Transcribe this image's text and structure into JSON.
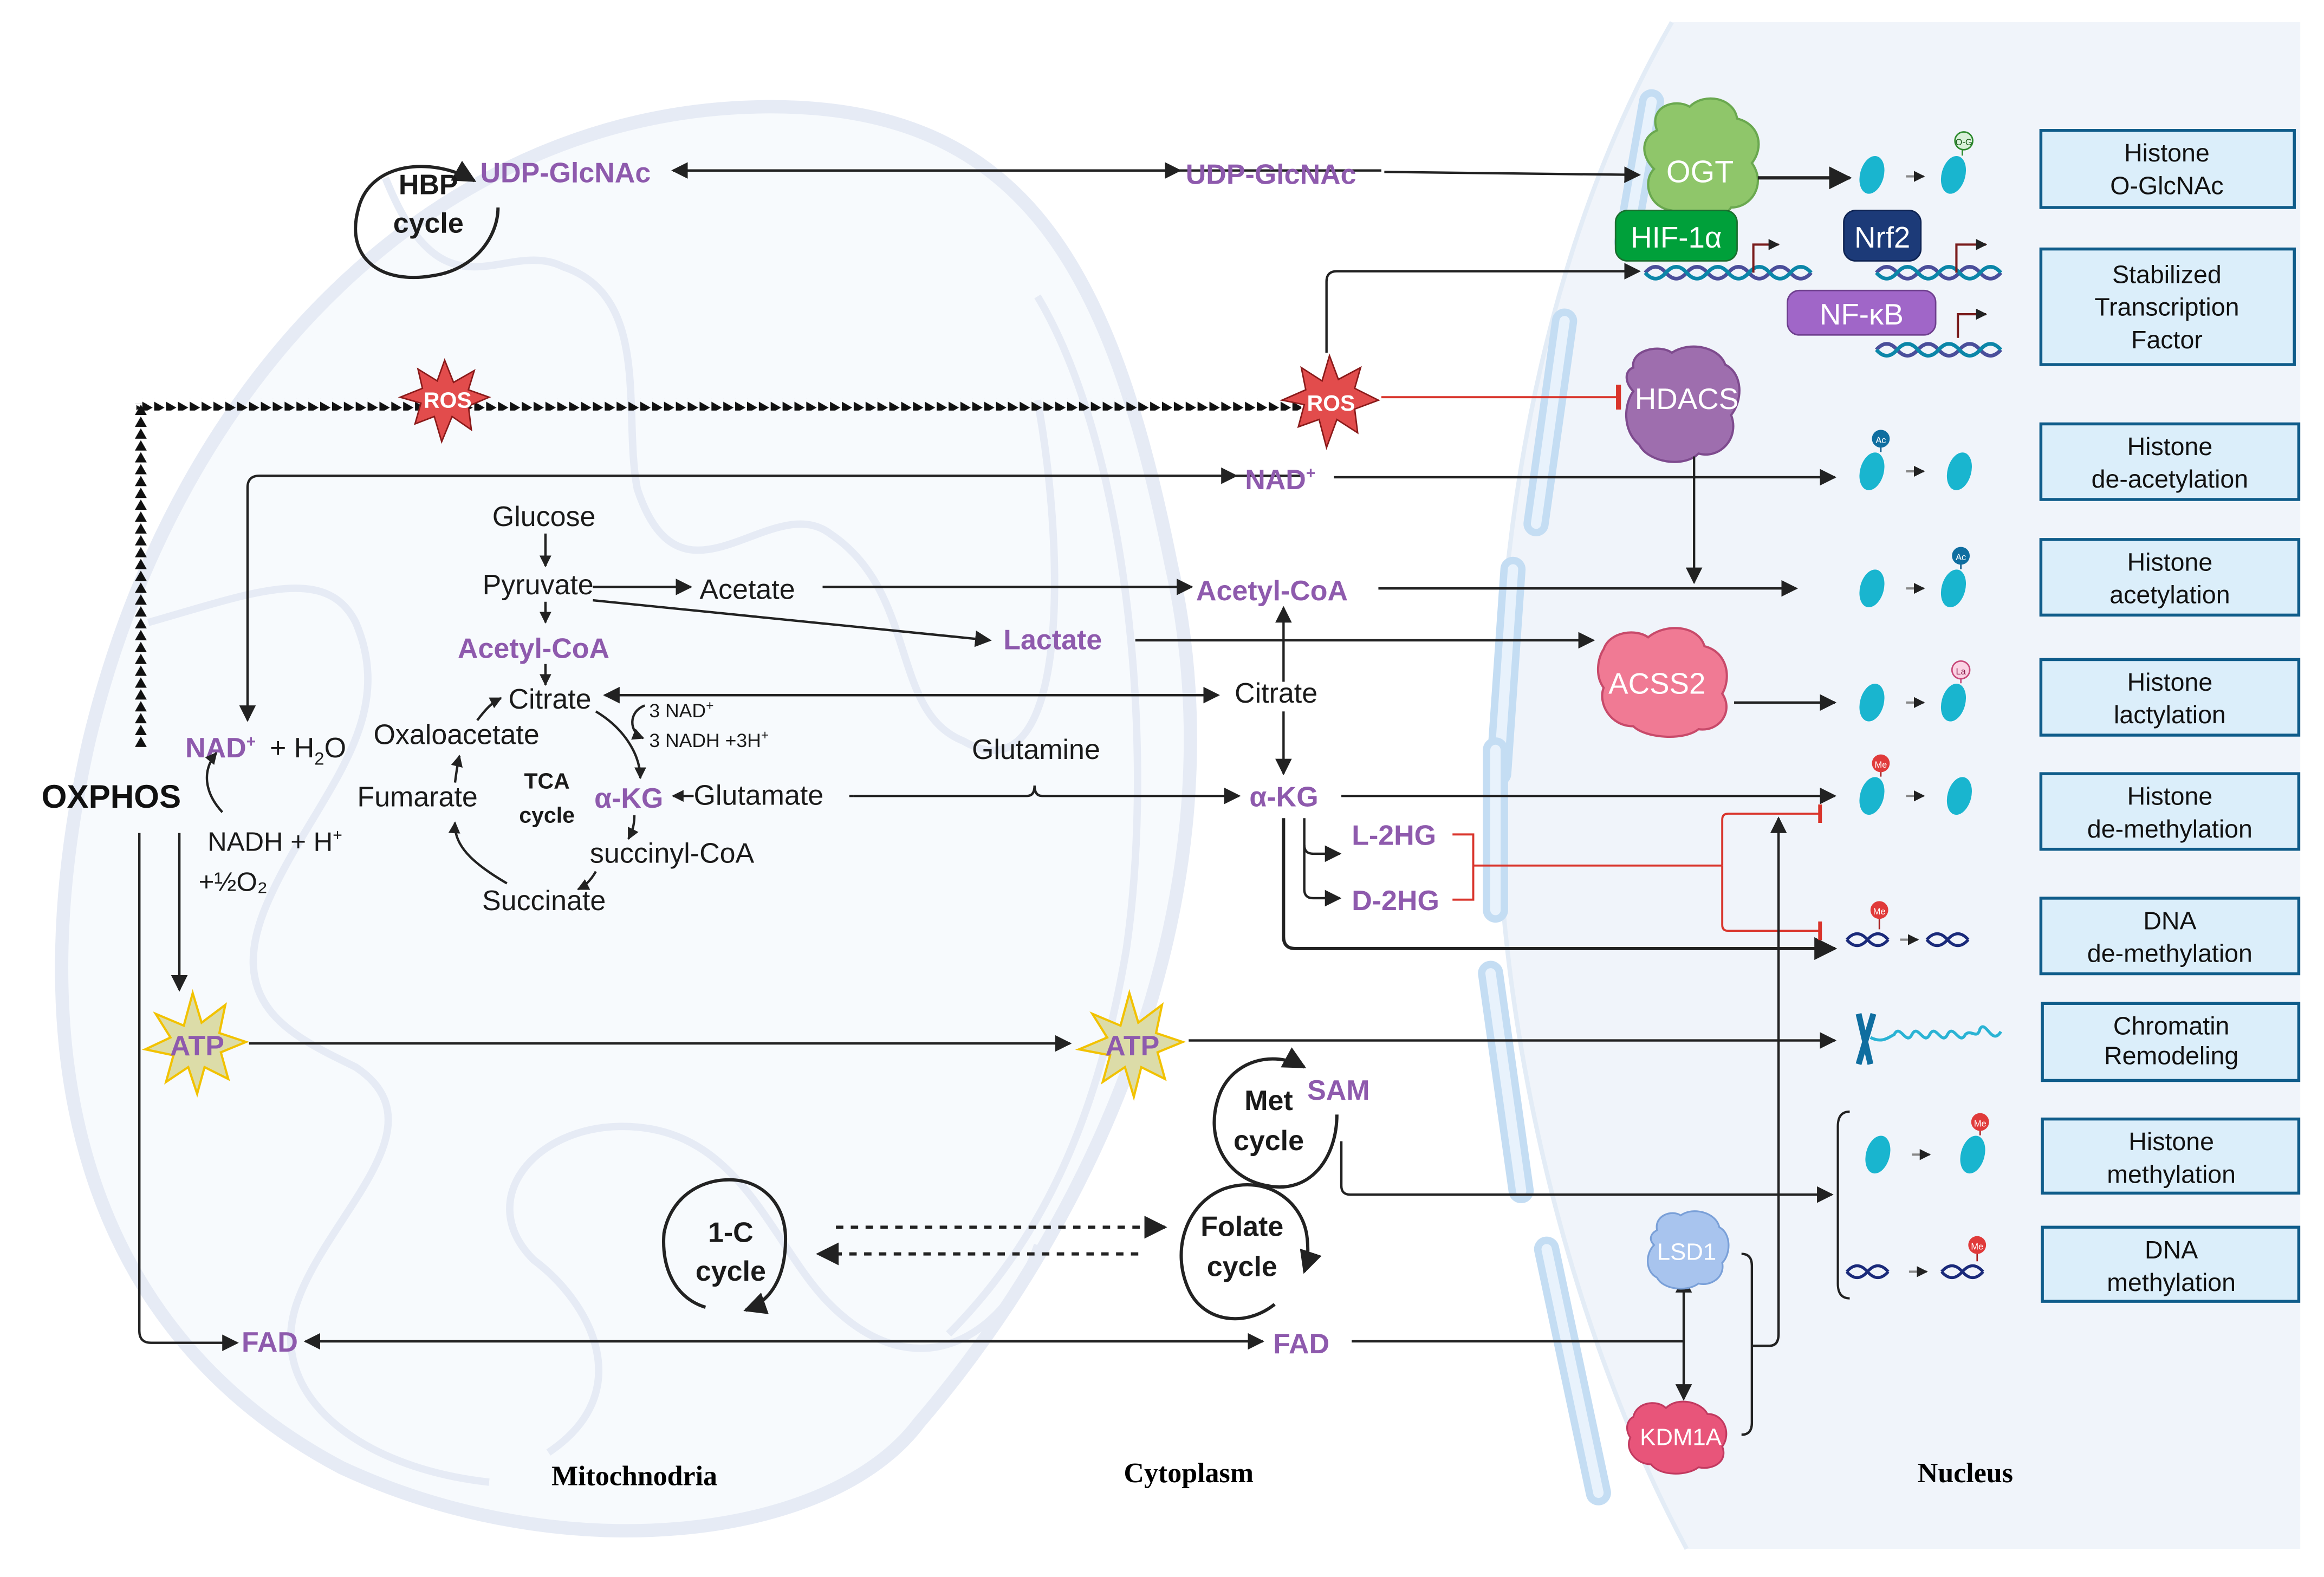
{
  "compartments": {
    "mitochondria": "Mitochnodria",
    "cytoplasm": "Cytoplasm",
    "nucleus": "Nucleus"
  },
  "colors": {
    "metabolite": "#8e5aad",
    "inhibition": "#d9342b",
    "output_box_fill": "#dbeefa",
    "output_box_border": "#0f5c8a",
    "nucleus_bg": "#f0f4fa",
    "ros": "#e24c4c",
    "atp": "#dcdca8"
  },
  "mito": {
    "hbp_cycle": [
      "HBP",
      "cycle"
    ],
    "udp_glcnac": "UDP-GlcNAc",
    "ros": "ROS",
    "oxphos": "OXPHOS",
    "nad_plus": "NAD",
    "plus_sign": "+",
    "plus_h2o": "+  H",
    "h2o_sub": "2",
    "h2o_o": "O",
    "nadh": "NADH + H",
    "half_o2": "+½O₂",
    "glucose": "Glucose",
    "pyruvate": "Pyruvate",
    "acetate": "Acetate",
    "acetyl_coa": "Acetyl-CoA",
    "citrate": "Citrate",
    "oxaloacetate": "Oxaloacetate",
    "fumarate": "Fumarate",
    "tca": [
      "TCA",
      "cycle"
    ],
    "akg": "α-KG",
    "glutamate": "Glutamate",
    "succinyl_coa": "succinyl-CoA",
    "succinate": "Succinate",
    "three_nad": "3 NAD",
    "three_nadh": "3 NADH +3H",
    "atp": "ATP",
    "one_c": [
      "1-C",
      "cycle"
    ],
    "fad": "FAD"
  },
  "cyto": {
    "udp_glcnac": "UDP-GlcNAc",
    "ros": "ROS",
    "nad_plus": "NAD",
    "acetyl_coa": "Acetyl-CoA",
    "lactate": "Lactate",
    "citrate": "Citrate",
    "glutamine": "Glutamine",
    "akg": "α-KG",
    "l2hg": "L-2HG",
    "d2hg": "D-2HG",
    "atp": "ATP",
    "met_cycle": [
      "Met",
      "cycle"
    ],
    "sam": "SAM",
    "folate_cycle": [
      "Folate",
      "cycle"
    ],
    "fad": "FAD"
  },
  "nucleus": {
    "enzymes": {
      "ogt": "OGT",
      "hif": "HIF-1α",
      "nrf2": "Nrf2",
      "nfkb": "NF-κB",
      "hdacs": "HDACS",
      "acss2": "ACSS2",
      "lsd1": "LSD1",
      "kdm1a": "KDM1A"
    },
    "marks": {
      "og": "O-G",
      "ac": "Ac",
      "la": "La",
      "me": "Me"
    },
    "outputs": [
      {
        "line1": "Histone",
        "line2": "O-GlcNAc"
      },
      {
        "line1": "Stabilized",
        "line2": "Transcription",
        "line3": "Factor"
      },
      {
        "line1": "Histone",
        "line2": "de-acetylation"
      },
      {
        "line1": "Histone",
        "line2": "acetylation"
      },
      {
        "line1": "Histone",
        "line2": "lactylation"
      },
      {
        "line1": "Histone",
        "line2": "de-methylation"
      },
      {
        "line1": "DNA",
        "line2": "de-methylation"
      },
      {
        "line1": "Chromatin",
        "line2": "Remodeling"
      },
      {
        "line1": "Histone",
        "line2": "methylation"
      },
      {
        "line1": "DNA",
        "line2": "methylation"
      }
    ]
  }
}
